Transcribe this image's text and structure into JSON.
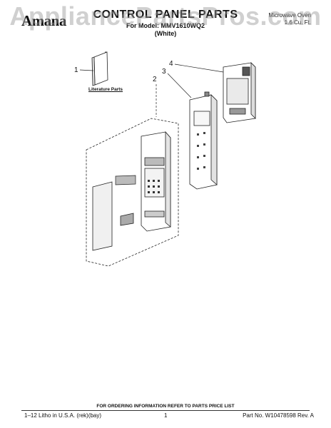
{
  "header": {
    "brand": "Amana",
    "title": "CONTROL PANEL PARTS",
    "model_line": "For Model: MMV1610WQ2",
    "color": "(White)",
    "product_type": "Microwave Oven",
    "product_size": "1.6 Cu. Ft."
  },
  "watermark": "AppliancePartsPros.com",
  "diagram": {
    "literature_label": "Literature Parts",
    "callouts": [
      "1",
      "2",
      "3",
      "4"
    ]
  },
  "footer": {
    "order_note": "FOR ORDERING INFORMATION REFER TO PARTS PRICE LIST",
    "litho": "1–12 Litho in U.S.A. (rek)(bay)",
    "page": "1",
    "part_number": "Part No. W10478598 Rev. A"
  }
}
